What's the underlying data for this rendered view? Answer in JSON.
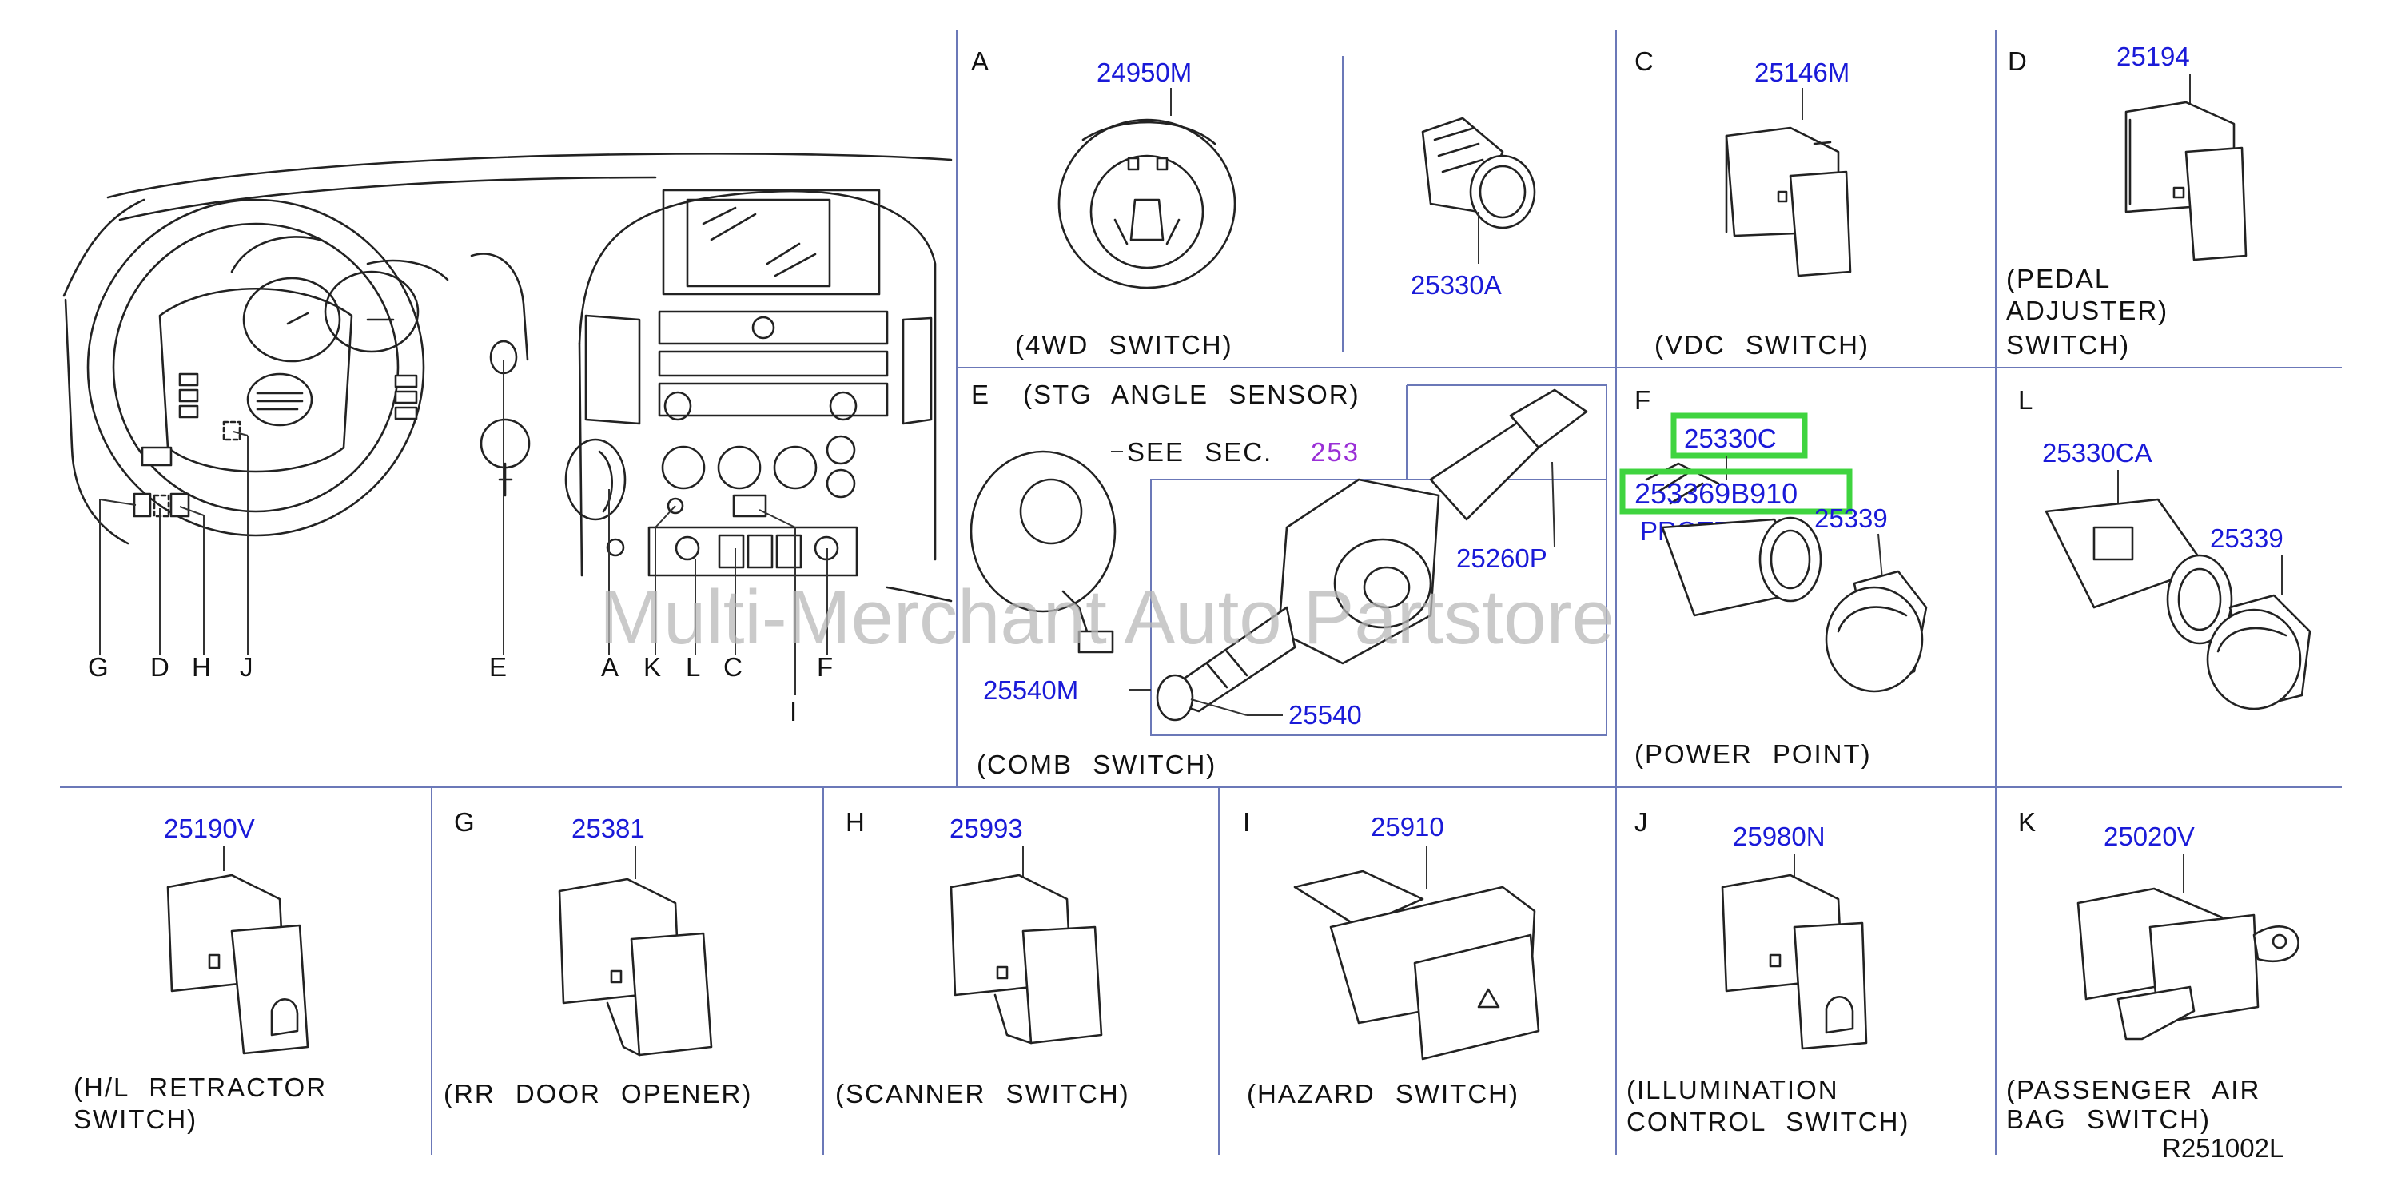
{
  "watermark": "Multi-Merchant Auto Partstore",
  "diagram_code": "R251002L",
  "overview_letters": [
    "G",
    "D",
    "H",
    "J",
    "E",
    "A",
    "K",
    "L",
    "C",
    "F",
    "I"
  ],
  "sections": {
    "A": {
      "letter": "A",
      "parts": [
        "24950M",
        "25330A"
      ],
      "caption": "(4WD  SWITCH)"
    },
    "C": {
      "letter": "C",
      "parts": [
        "25146M"
      ],
      "caption": "(VDC  SWITCH)"
    },
    "D": {
      "letter": "D",
      "parts": [
        "25194"
      ],
      "caption_lines": [
        "(PEDAL",
        "ADJUSTER)",
        "SWITCH)"
      ]
    },
    "E": {
      "letter": "E",
      "title": "(STG  ANGLE  SENSOR)",
      "see_sec": "SEE  SEC.",
      "see_sec_num": "253",
      "parts": [
        "25260P",
        "25540M",
        "25540"
      ],
      "caption": "(COMB  SWITCH)"
    },
    "F": {
      "letter": "F",
      "parts": [
        "25330C",
        "253369B910",
        "PROTECTOR",
        "25339"
      ],
      "caption": "(POWER  POINT)"
    },
    "L": {
      "letter": "L",
      "parts": [
        "25330CA",
        "25339"
      ]
    },
    "HL": {
      "parts": [
        "25190V"
      ],
      "caption_lines": [
        "(H/L  RETRACTOR",
        "SWITCH)"
      ]
    },
    "G": {
      "letter": "G",
      "parts": [
        "25381"
      ],
      "caption": "(RR  DOOR  OPENER)"
    },
    "H": {
      "letter": "H",
      "parts": [
        "25993"
      ],
      "caption": "(SCANNER  SWITCH)"
    },
    "I": {
      "letter": "I",
      "parts": [
        "25910"
      ],
      "caption": "(HAZARD  SWITCH)"
    },
    "J": {
      "letter": "J",
      "parts": [
        "25980N"
      ],
      "caption_lines": [
        "(ILLUMINATION",
        "CONTROL  SWITCH)"
      ]
    },
    "K": {
      "letter": "K",
      "parts": [
        "25020V"
      ],
      "caption_lines": [
        "(PASSENGER  AIR",
        "BAG  SWITCH)"
      ]
    }
  },
  "highlight_color": "#3fd43f",
  "part_number_color": "#1a1ad8"
}
